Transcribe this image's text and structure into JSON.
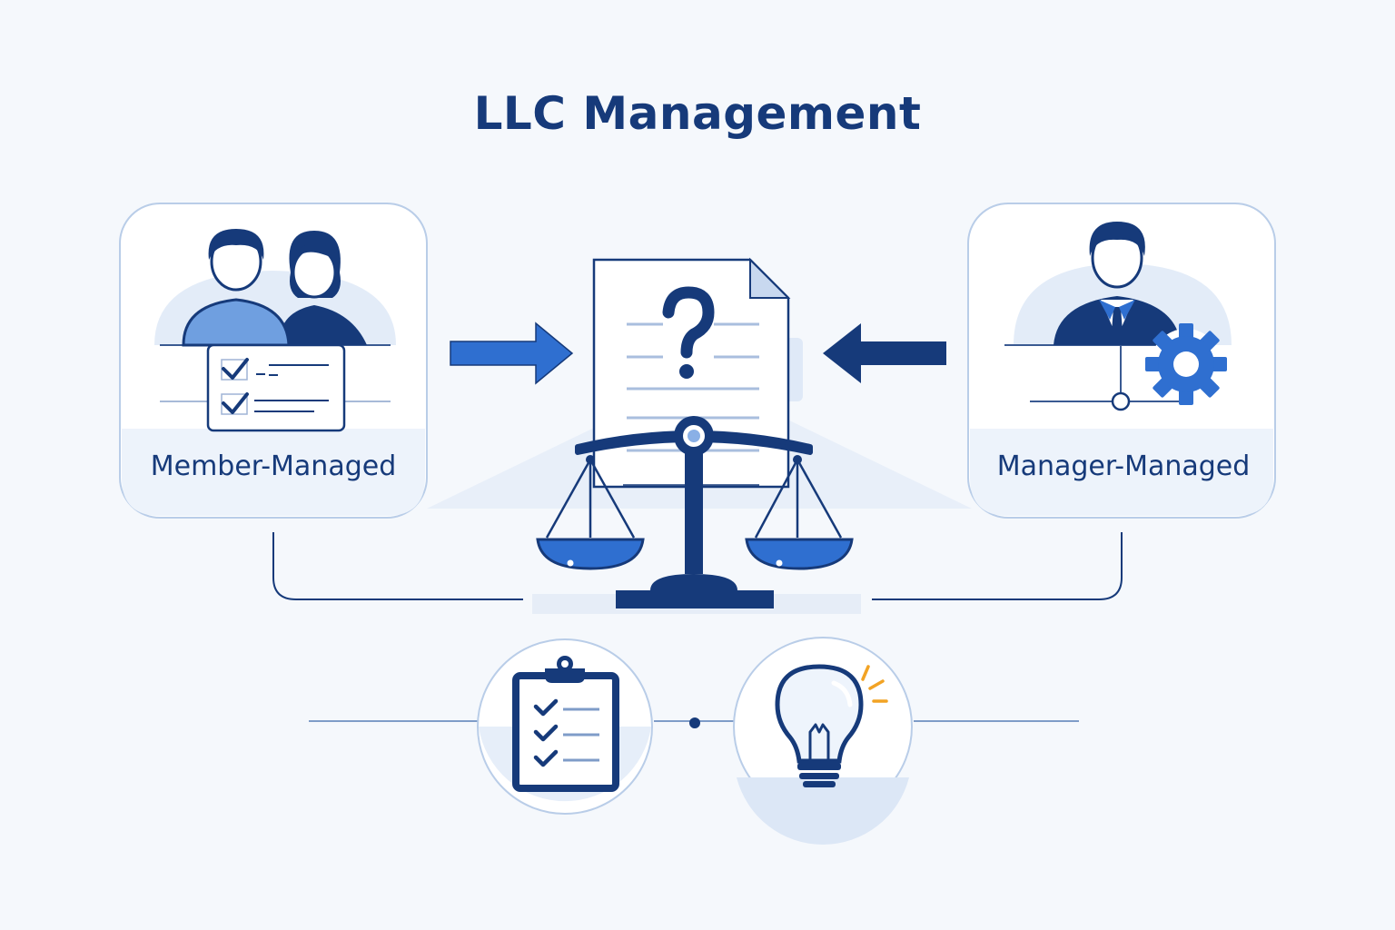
{
  "title": "LLC Management",
  "options": {
    "member": {
      "label": "Member-Managed"
    },
    "manager": {
      "label": "Manager-Managed"
    }
  },
  "icons": {
    "member": "two-people-icon",
    "member_checklist": "checklist-card-icon",
    "center_document": "question-document-icon",
    "center_scale": "balance-scale-icon",
    "manager": "businessman-icon",
    "manager_gear": "gear-icon",
    "bottom_left": "clipboard-checklist-icon",
    "bottom_right": "lightbulb-icon"
  },
  "colors": {
    "navy": "#163a7a",
    "blue": "#2f6fd0",
    "light_blue": "#dfe9f7",
    "accent": "#f2a324"
  }
}
